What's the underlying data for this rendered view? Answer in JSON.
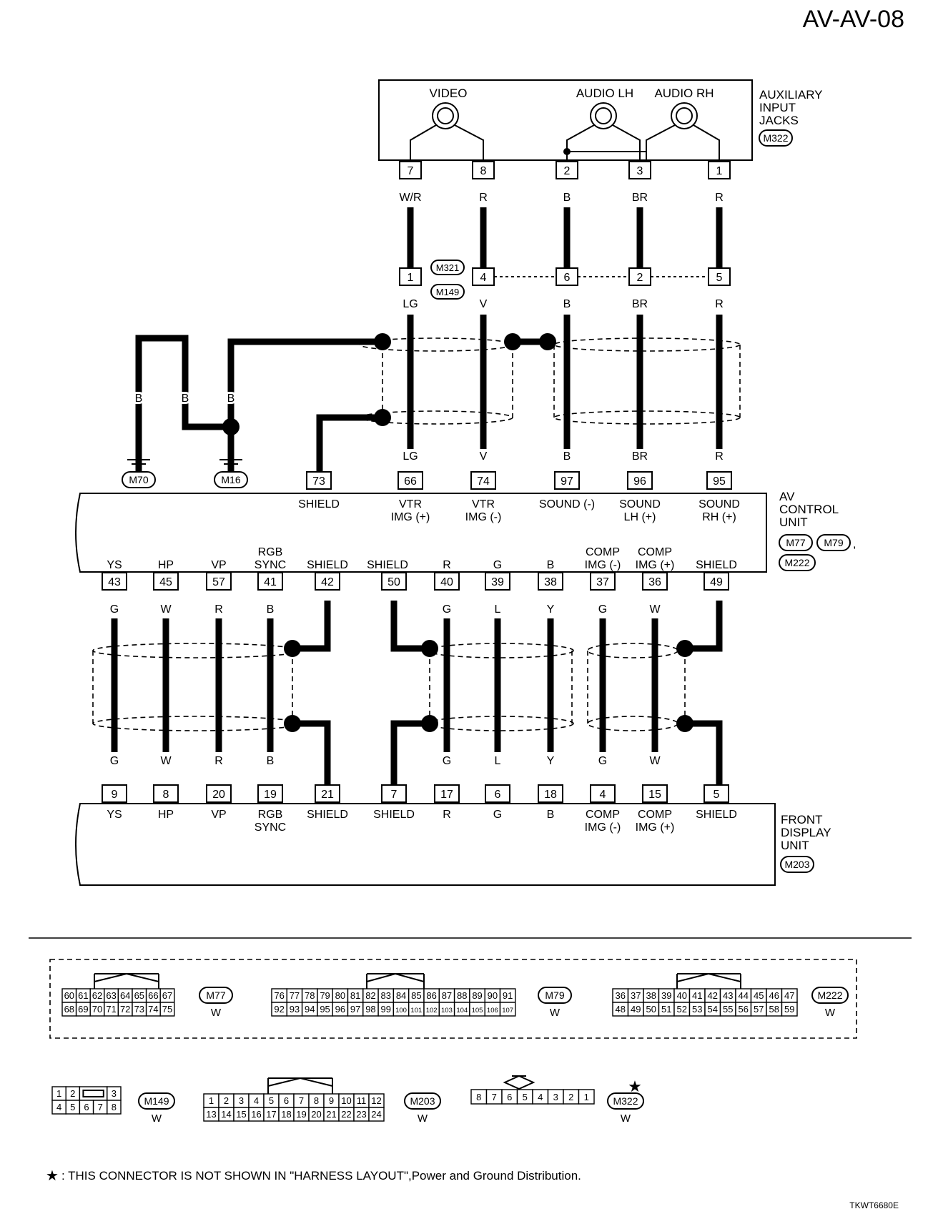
{
  "page_title": "AV-AV-08",
  "figure_code": "TKWT6680E",
  "footnote": {
    "star": "★",
    "text": ": THIS CONNECTOR IS NOT SHOWN IN \"HARNESS LAYOUT\",Power and Ground Distribution."
  },
  "aux": {
    "name_lines": [
      "AUXILIARY",
      "INPUT",
      "JACKS"
    ],
    "connector": "M322",
    "jack_labels": [
      "VIDEO",
      "AUDIO LH",
      "AUDIO RH"
    ],
    "pins": [
      "7",
      "8",
      "2",
      "3",
      "1"
    ],
    "wire_colors_top": [
      "W/R",
      "R",
      "B",
      "BR",
      "R"
    ]
  },
  "joint": {
    "connectors": [
      "M321",
      "M149"
    ],
    "pins": [
      "1",
      "4",
      "6",
      "2",
      "5"
    ],
    "wire_colors": [
      "LG",
      "V",
      "B",
      "BR",
      "R"
    ]
  },
  "grounds": {
    "wire_colors": [
      "B",
      "B",
      "B"
    ],
    "labels": [
      "M70",
      "M16"
    ]
  },
  "avcu": {
    "name_lines": [
      "AV",
      "CONTROL",
      "UNIT"
    ],
    "connectors": [
      "M77",
      "M79",
      "M222"
    ],
    "top_pins": [
      "73",
      "66",
      "74",
      "97",
      "96",
      "95"
    ],
    "top_wire_colors": [
      "LG",
      "V",
      "B",
      "BR",
      "R"
    ],
    "top_labels": [
      [
        "SHIELD",
        ""
      ],
      [
        "VTR",
        "IMG (+)"
      ],
      [
        "VTR",
        "IMG (-)"
      ],
      [
        "SOUND (-)",
        ""
      ],
      [
        "SOUND",
        "LH (+)"
      ],
      [
        "SOUND",
        "RH (+)"
      ]
    ],
    "bottom_labels": [
      [
        "",
        "YS"
      ],
      [
        "",
        "HP"
      ],
      [
        "",
        "VP"
      ],
      [
        "RGB",
        "SYNC"
      ],
      [
        "",
        "SHIELD"
      ],
      [
        "",
        "SHIELD"
      ],
      [
        "",
        "R"
      ],
      [
        "",
        "G"
      ],
      [
        "",
        "B"
      ],
      [
        "COMP",
        "IMG (-)"
      ],
      [
        "COMP",
        "IMG (+)"
      ],
      [
        "",
        "SHIELD"
      ]
    ],
    "bottom_pins": [
      "43",
      "45",
      "57",
      "41",
      "42",
      "50",
      "40",
      "39",
      "38",
      "37",
      "36",
      "49"
    ]
  },
  "wire_colors_mid": [
    "G",
    "W",
    "R",
    "B",
    "G",
    "L",
    "Y",
    "G",
    "W"
  ],
  "fdu": {
    "name_lines": [
      "FRONT",
      "DISPLAY",
      "UNIT"
    ],
    "connector": "M203",
    "pins": [
      "9",
      "8",
      "20",
      "19",
      "21",
      "7",
      "17",
      "6",
      "18",
      "4",
      "15",
      "5"
    ],
    "labels": [
      [
        "YS",
        ""
      ],
      [
        "HP",
        ""
      ],
      [
        "VP",
        ""
      ],
      [
        "RGB",
        "SYNC"
      ],
      [
        "SHIELD",
        ""
      ],
      [
        "SHIELD",
        ""
      ],
      [
        "R",
        ""
      ],
      [
        "G",
        ""
      ],
      [
        "B",
        ""
      ],
      [
        "COMP",
        "IMG (-)"
      ],
      [
        "COMP",
        "IMG (+)"
      ],
      [
        "SHIELD",
        ""
      ]
    ]
  },
  "connector_views": [
    {
      "id": "M77",
      "color": "W",
      "row1": [
        "60",
        "61",
        "62",
        "63",
        "64",
        "65",
        "66",
        "67"
      ],
      "row2": [
        "68",
        "69",
        "70",
        "71",
        "72",
        "73",
        "74",
        "75"
      ]
    },
    {
      "id": "M79",
      "color": "W",
      "row1": [
        "76",
        "77",
        "78",
        "79",
        "80",
        "81",
        "82",
        "83",
        "84",
        "85",
        "86",
        "87",
        "88",
        "89",
        "90",
        "91"
      ],
      "row2": [
        "92",
        "93",
        "94",
        "95",
        "96",
        "97",
        "98",
        "99",
        "100",
        "101",
        "102",
        "103",
        "104",
        "105",
        "106",
        "107"
      ]
    },
    {
      "id": "M222",
      "color": "W",
      "row1": [
        "36",
        "37",
        "38",
        "39",
        "40",
        "41",
        "42",
        "43",
        "44",
        "45",
        "46",
        "47"
      ],
      "row2": [
        "48",
        "49",
        "50",
        "51",
        "52",
        "53",
        "54",
        "55",
        "56",
        "57",
        "58",
        "59"
      ]
    },
    {
      "id": "M149",
      "color": "W",
      "row1": [
        "1",
        "2",
        "",
        "3"
      ],
      "row2": [
        "4",
        "5",
        "6",
        "7",
        "8"
      ]
    },
    {
      "id": "M203",
      "color": "W",
      "row1": [
        "1",
        "2",
        "3",
        "4",
        "5",
        "6",
        "7",
        "8",
        "9",
        "10",
        "11",
        "12"
      ],
      "row2": [
        "13",
        "14",
        "15",
        "16",
        "17",
        "18",
        "19",
        "20",
        "21",
        "22",
        "23",
        "24"
      ]
    },
    {
      "id": "M322",
      "color": "W",
      "row1": [
        "8",
        "7",
        "6",
        "5",
        "4",
        "3",
        "2",
        "1"
      ],
      "row2": []
    }
  ],
  "colors": {
    "line": "#000000",
    "background": "#ffffff"
  }
}
